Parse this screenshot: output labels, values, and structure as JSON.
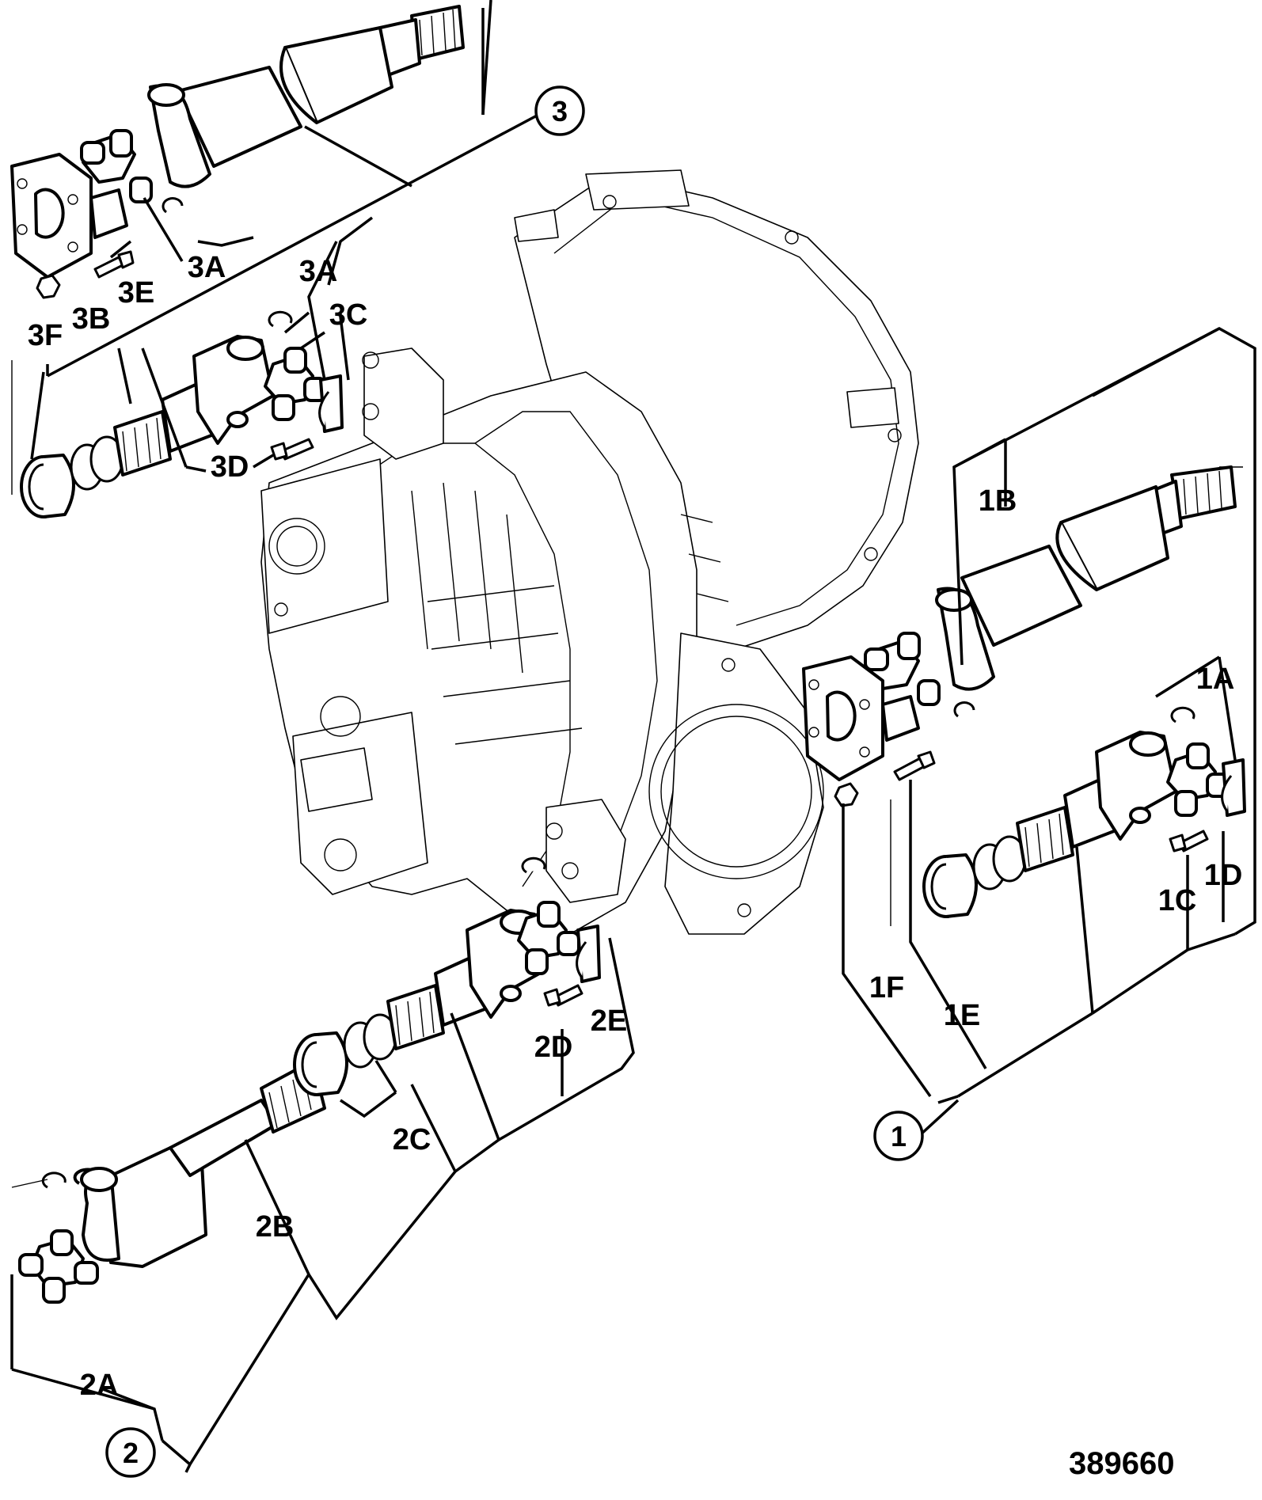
{
  "figure_number": "389660",
  "callouts": {
    "assembly_1": "1",
    "assembly_2": "2",
    "assembly_3": "3"
  },
  "labels": {
    "1A": "1A",
    "1B": "1B",
    "1C": "1C",
    "1D": "1D",
    "1E": "1E",
    "1F": "1F",
    "2A": "2A",
    "2B": "2B",
    "2C": "2C",
    "2D": "2D",
    "2E": "2E",
    "3A_top": "3A",
    "3A_mid": "3A",
    "3B": "3B",
    "3C": "3C",
    "3D": "3D",
    "3E": "3E",
    "3F": "3F"
  }
}
